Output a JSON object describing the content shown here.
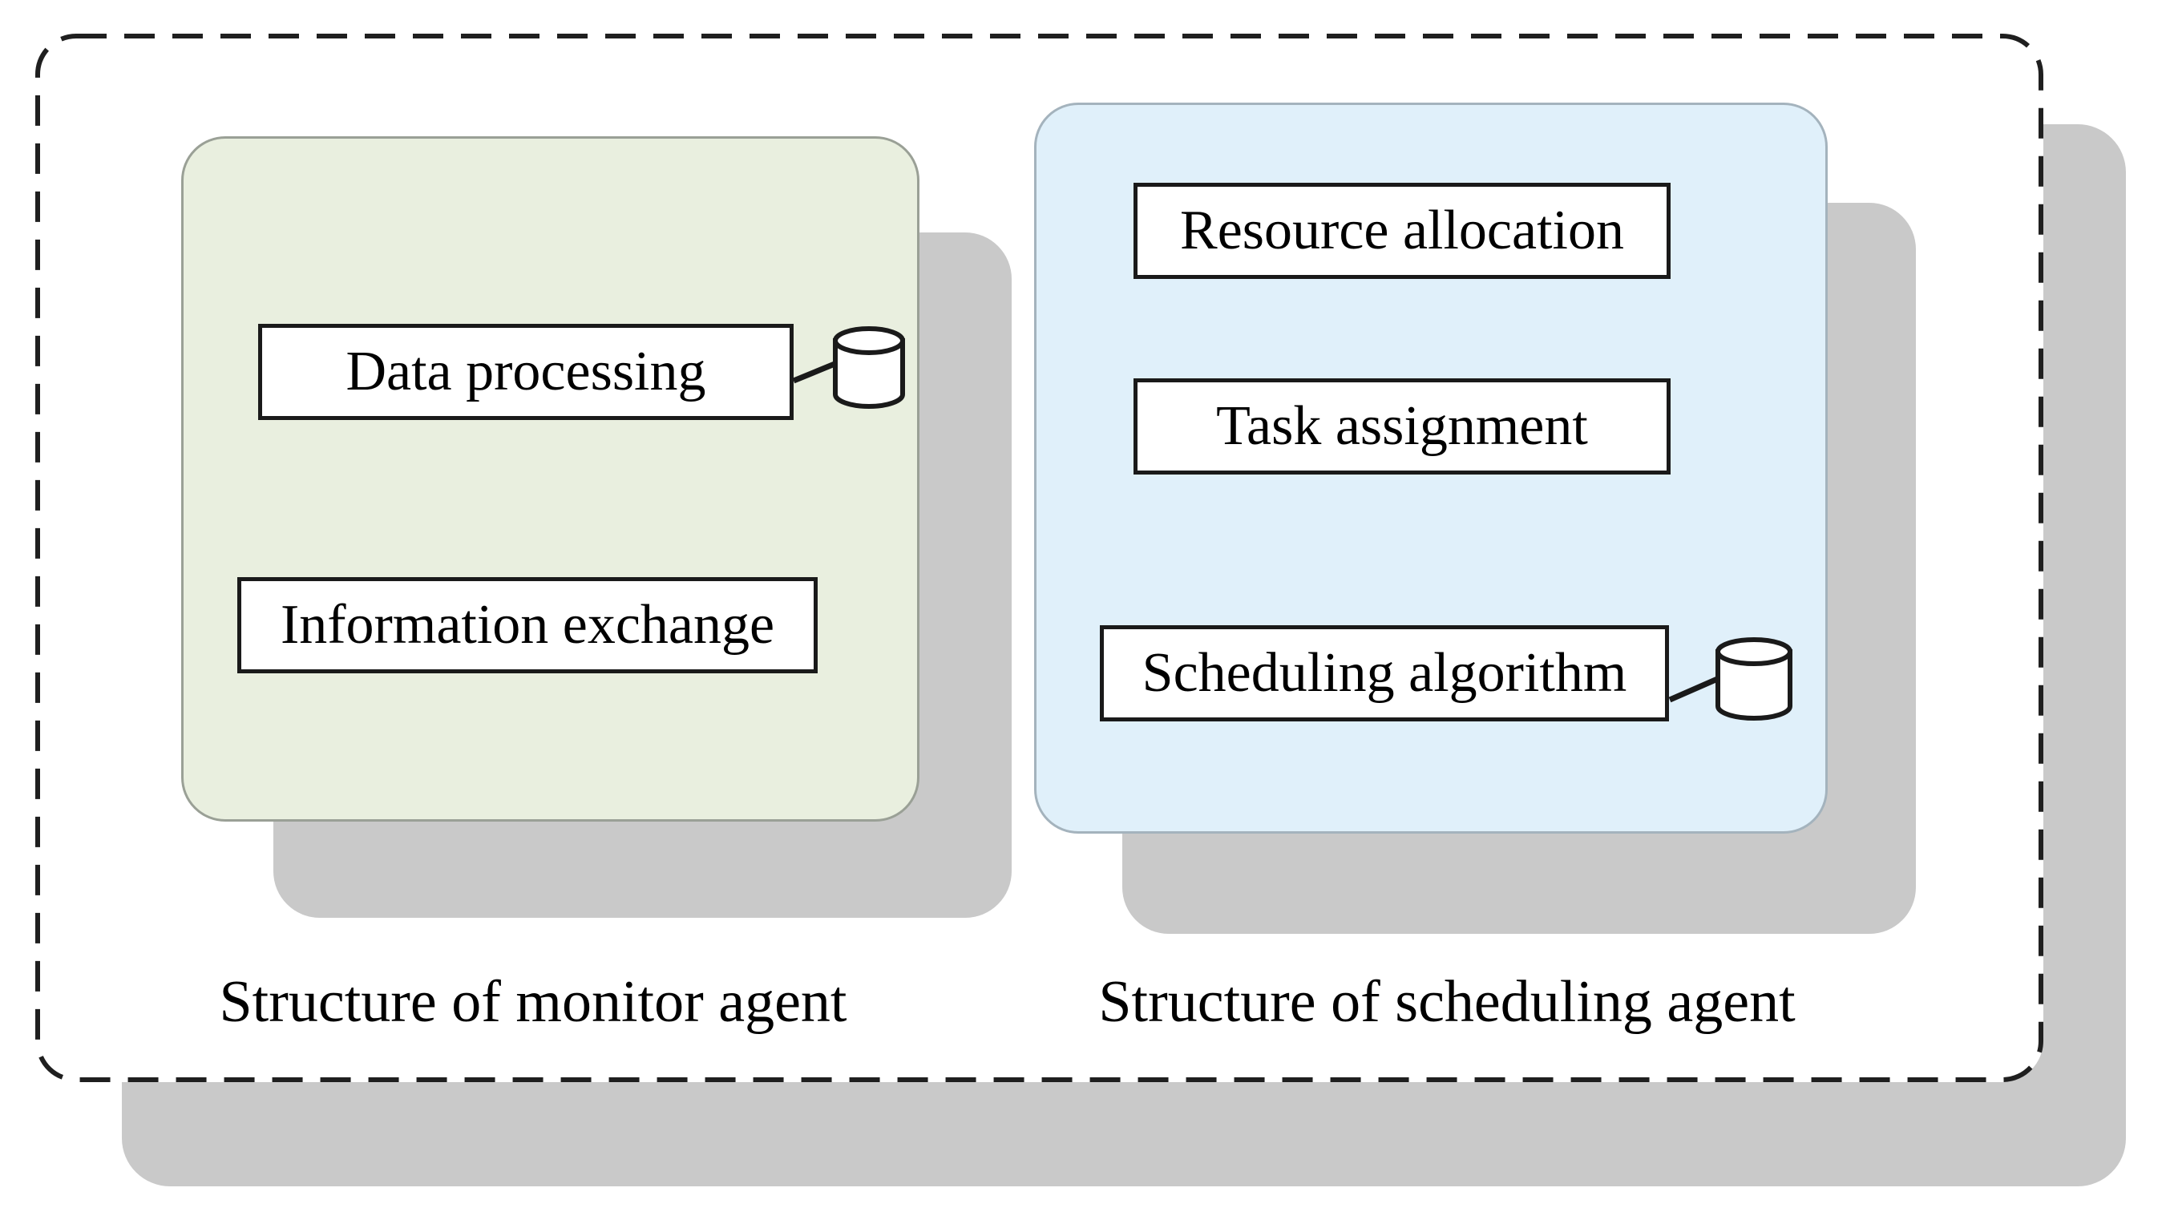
{
  "diagram": {
    "panels": [
      {
        "id": "monitor",
        "caption": "Structure of monitor agent",
        "modules": [
          {
            "label": "Data processing",
            "database": true
          },
          {
            "label": "Information exchange",
            "database": false
          }
        ]
      },
      {
        "id": "scheduling",
        "caption": "Structure of scheduling agent",
        "modules": [
          {
            "label": "Resource allocation",
            "database": false
          },
          {
            "label": "Task assignment",
            "database": false
          },
          {
            "label": "Scheduling algorithm",
            "database": true
          }
        ]
      }
    ],
    "icons": [
      {
        "name": "database-icon",
        "meaning": "data store cylinder"
      }
    ],
    "colors": {
      "background": "#ffffff",
      "shadow": "#c9c9c9",
      "monitor_fill": "#e9efdf",
      "monitor_border": "#9aa096",
      "scheduling_fill": "#e0f0fa",
      "scheduling_border": "#a4b3bd",
      "module_fill": "#ffffff",
      "module_border": "#1a1a1a",
      "outline": "#1f1f1f",
      "text": "#000000"
    }
  }
}
